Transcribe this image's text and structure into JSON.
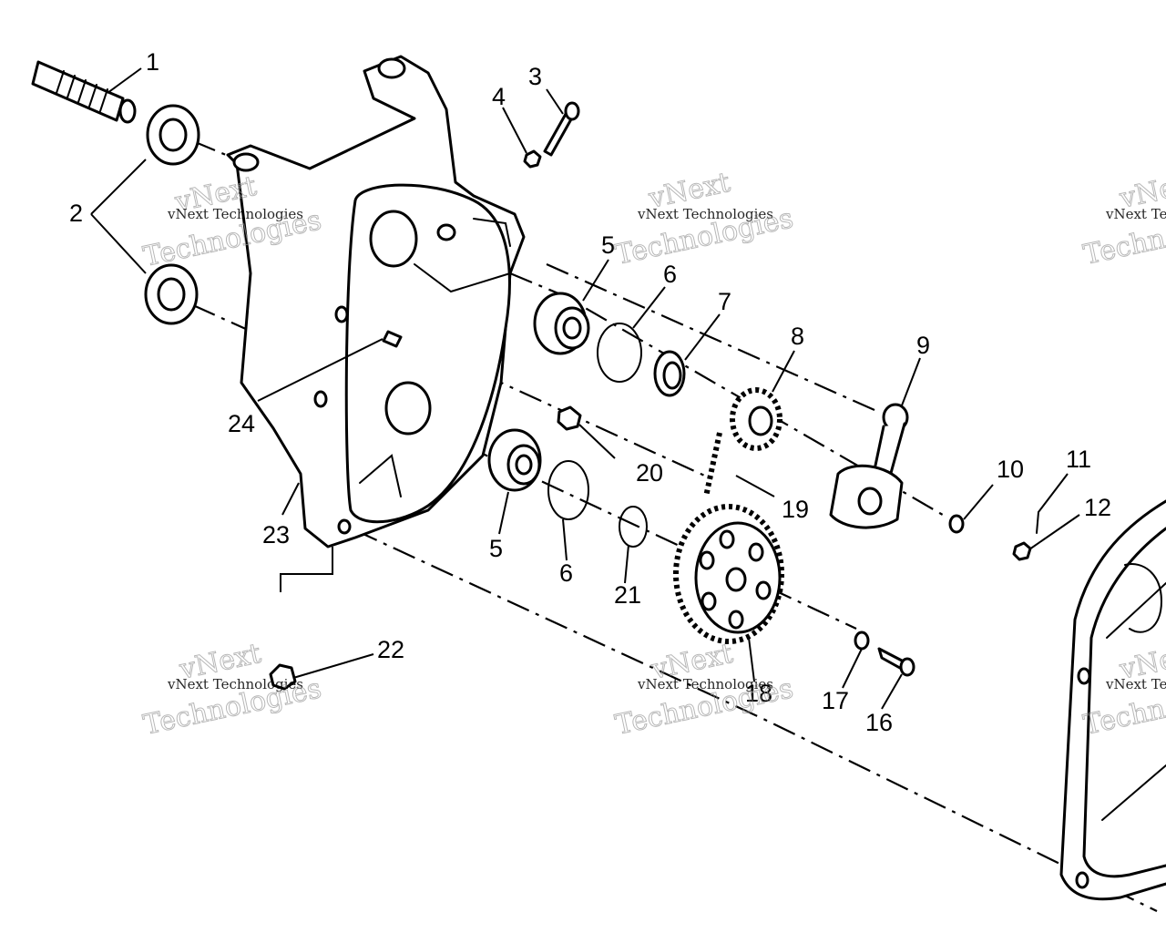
{
  "diagram": {
    "callouts": [
      "1",
      "2",
      "3",
      "4",
      "5",
      "6",
      "7",
      "8",
      "9",
      "10",
      "11",
      "12",
      "5",
      "6",
      "21",
      "18",
      "17",
      "16",
      "19",
      "20",
      "22",
      "23",
      "24"
    ]
  },
  "watermark": {
    "line1": "vNext",
    "line2": "vNext Technologies",
    "line3": "Technologies"
  }
}
